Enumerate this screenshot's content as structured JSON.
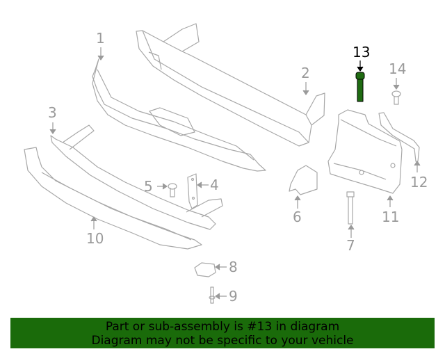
{
  "diagram": {
    "highlight_part": "13",
    "colors": {
      "line": "#a8a8a8",
      "highlight": "#1f6b12",
      "banner_bg": "#1a6b0a",
      "label": "#9a9a9a",
      "label_active": "#000000"
    },
    "callouts": [
      {
        "id": "1",
        "label": "1"
      },
      {
        "id": "2",
        "label": "2"
      },
      {
        "id": "3",
        "label": "3"
      },
      {
        "id": "4",
        "label": "4"
      },
      {
        "id": "5",
        "label": "5"
      },
      {
        "id": "6",
        "label": "6"
      },
      {
        "id": "7",
        "label": "7"
      },
      {
        "id": "8",
        "label": "8"
      },
      {
        "id": "9",
        "label": "9"
      },
      {
        "id": "10",
        "label": "10"
      },
      {
        "id": "11",
        "label": "11"
      },
      {
        "id": "12",
        "label": "12"
      },
      {
        "id": "13",
        "label": "13"
      },
      {
        "id": "14",
        "label": "14"
      }
    ]
  },
  "banner": {
    "line1": "Part or sub-assembly is #13 in diagram",
    "line2": "Diagram may not be specific to your vehicle"
  }
}
